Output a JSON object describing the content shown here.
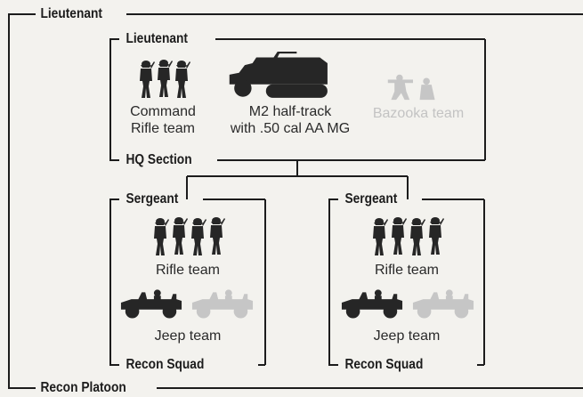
{
  "platoon": {
    "top_label": "Lieutenant",
    "bottom_label": "Recon Platoon"
  },
  "hq_section": {
    "top_label": "Lieutenant",
    "bottom_label": "HQ Section",
    "units": [
      {
        "caption_line1": "Command",
        "caption_line2": "Rifle team",
        "icon": "rifle-team-icon",
        "faded": false
      },
      {
        "caption_line1": "M2 half-track",
        "caption_line2": "with .50 cal AA MG",
        "icon": "half-track-icon",
        "faded": false
      },
      {
        "caption_line1": "Bazooka team",
        "icon": "bazooka-team-icon",
        "faded": true
      }
    ]
  },
  "squads": [
    {
      "top_label": "Sergeant",
      "bottom_label": "Recon Squad",
      "rifle_team_caption": "Rifle team",
      "jeep_team_caption": "Jeep team"
    },
    {
      "top_label": "Sergeant",
      "bottom_label": "Recon Squad",
      "rifle_team_caption": "Rifle team",
      "jeep_team_caption": "Jeep team"
    }
  ],
  "colors": {
    "line": "#1c1c1c",
    "icon": "#262626",
    "faded_icon": "#c6c6c6",
    "background": "#f3f2ee"
  }
}
